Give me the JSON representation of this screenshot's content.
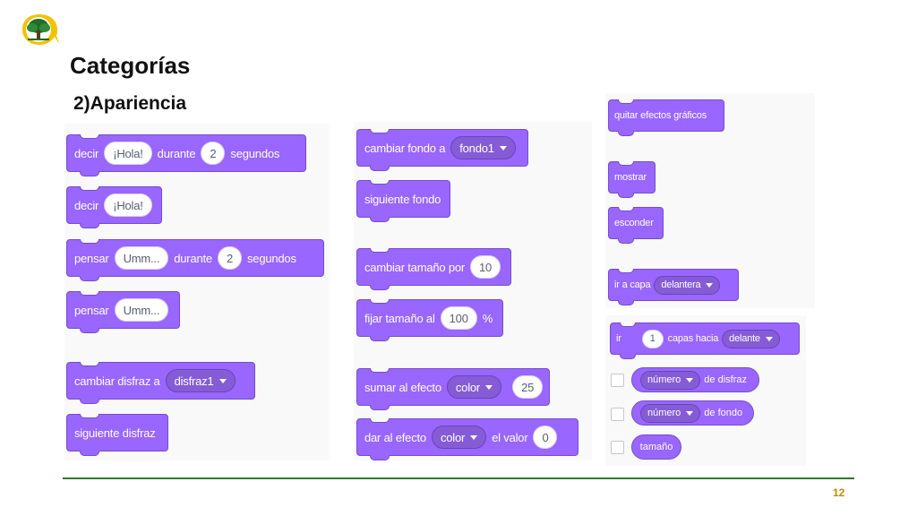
{
  "page": {
    "title": "Categorías",
    "subtitle": "2)Apariencia",
    "page_number": "12"
  },
  "colors": {
    "block": "#9966ff",
    "block_border": "#774dcb",
    "rule": "#2d7a2d",
    "page_number": "#c28a00"
  },
  "col1": {
    "b1": {
      "t1": "decir",
      "v1": "¡Hola!",
      "t2": "durante",
      "v2": "2",
      "t3": "segundos"
    },
    "b2": {
      "t1": "decir",
      "v1": "¡Hola!"
    },
    "b3": {
      "t1": "pensar",
      "v1": "Umm...",
      "t2": "durante",
      "v2": "2",
      "t3": "segundos"
    },
    "b4": {
      "t1": "pensar",
      "v1": "Umm..."
    },
    "b5": {
      "t1": "cambiar disfraz a",
      "d1": "disfraz1"
    },
    "b6": {
      "t1": "siguiente disfraz"
    }
  },
  "col2": {
    "b1": {
      "t1": "cambiar fondo a",
      "d1": "fondo1"
    },
    "b2": {
      "t1": "siguiente fondo"
    },
    "b3": {
      "t1": "cambiar tamaño por",
      "v1": "10"
    },
    "b4": {
      "t1": "fijar tamaño al",
      "v1": "100",
      "t2": "%"
    },
    "b5": {
      "t1": "sumar al efecto",
      "d1": "color",
      "v1": "25"
    },
    "b6": {
      "t1": "dar al efecto",
      "d1": "color",
      "t2": "el valor",
      "v1": "0"
    }
  },
  "col3": {
    "b1": {
      "t1": "quitar efectos gráficos"
    },
    "b2": {
      "t1": "mostrar"
    },
    "b3": {
      "t1": "esconder"
    },
    "b4": {
      "t1": "ir a capa",
      "d1": "delantera"
    },
    "b5": {
      "t1": "ir",
      "v1": "1",
      "t2": "capas hacia",
      "d1": "delante"
    },
    "r1": {
      "d1": "número",
      "t1": "de disfraz"
    },
    "r2": {
      "d1": "número",
      "t1": "de fondo"
    },
    "r3": {
      "t1": "tamaño"
    }
  }
}
